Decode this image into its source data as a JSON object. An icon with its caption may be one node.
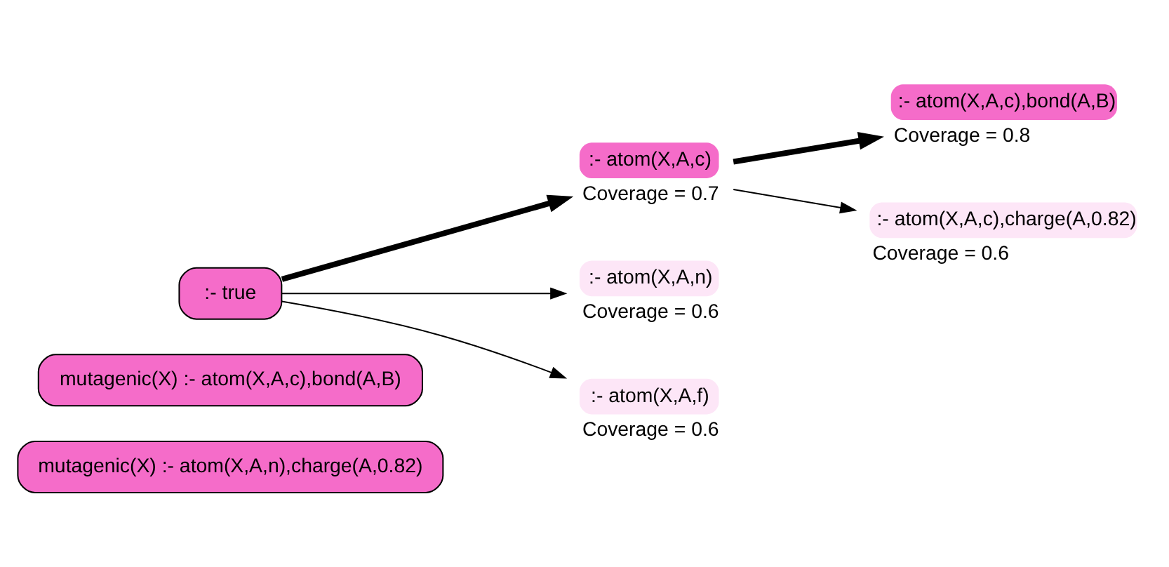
{
  "diagram": {
    "nodes": [
      {
        "text": [
          ":- true"
        ]
      },
      {
        "text": [
          ":- atom(X,A,c)"
        ],
        "beside": [
          "Coverage = 0.7"
        ]
      },
      {
        "text": [
          ":- atom(X,A,n)"
        ],
        "beside": [
          "Coverage = 0.6"
        ]
      },
      {
        "text": [
          ":- atom(X,A,f)"
        ],
        "beside": [
          "Coverage = 0.6"
        ]
      },
      {
        "text": [
          ":- atom(X,A,c),bond(A,B)"
        ],
        "beside": [
          "Coverage = 0.8"
        ]
      },
      {
        "text": [
          ":- atom(X,A,c),charge(A,0.82)"
        ],
        "beside": [
          "Coverage = 0.6"
        ]
      },
      {
        "text": [
          "mutagenic(X) :- atom(X,A,c),bond(A,B)"
        ]
      },
      {
        "text": [
          "mutagenic(X) :- atom(X,A,n),charge(A,0.82)"
        ]
      }
    ],
    "edges": [
      {
        "from": 0,
        "to": 1,
        "arrow": "to",
        "style": "thick"
      },
      {
        "from": 0,
        "to": 2,
        "arrow": "to"
      },
      {
        "from": 0,
        "to": 3,
        "arrow": "to"
      },
      {
        "from": 1,
        "to": 4,
        "arrow": "to",
        "style": "thick"
      },
      {
        "from": 1,
        "to": 5,
        "arrow": "to"
      }
    ]
  }
}
